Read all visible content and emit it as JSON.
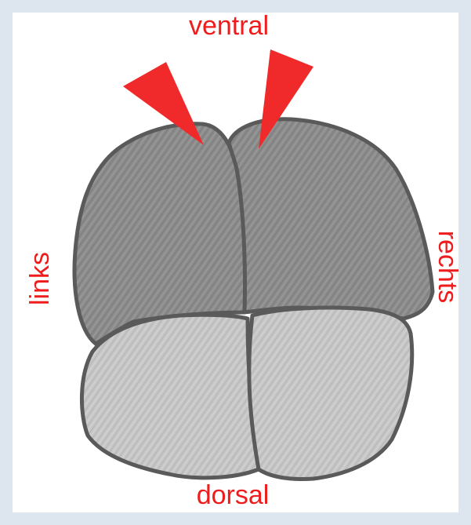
{
  "labels": {
    "top": "ventral",
    "bottom": "dorsal",
    "left": "links",
    "right": "rechts"
  },
  "colors": {
    "background": "#dde5ee",
    "panel": "#ffffff",
    "label_red": "#ee1c1c",
    "arrow_red": "#f02a2a",
    "cell_dark": "#8a8a8a",
    "cell_light": "#c4c4c4",
    "outline": "#5a5a5a"
  }
}
